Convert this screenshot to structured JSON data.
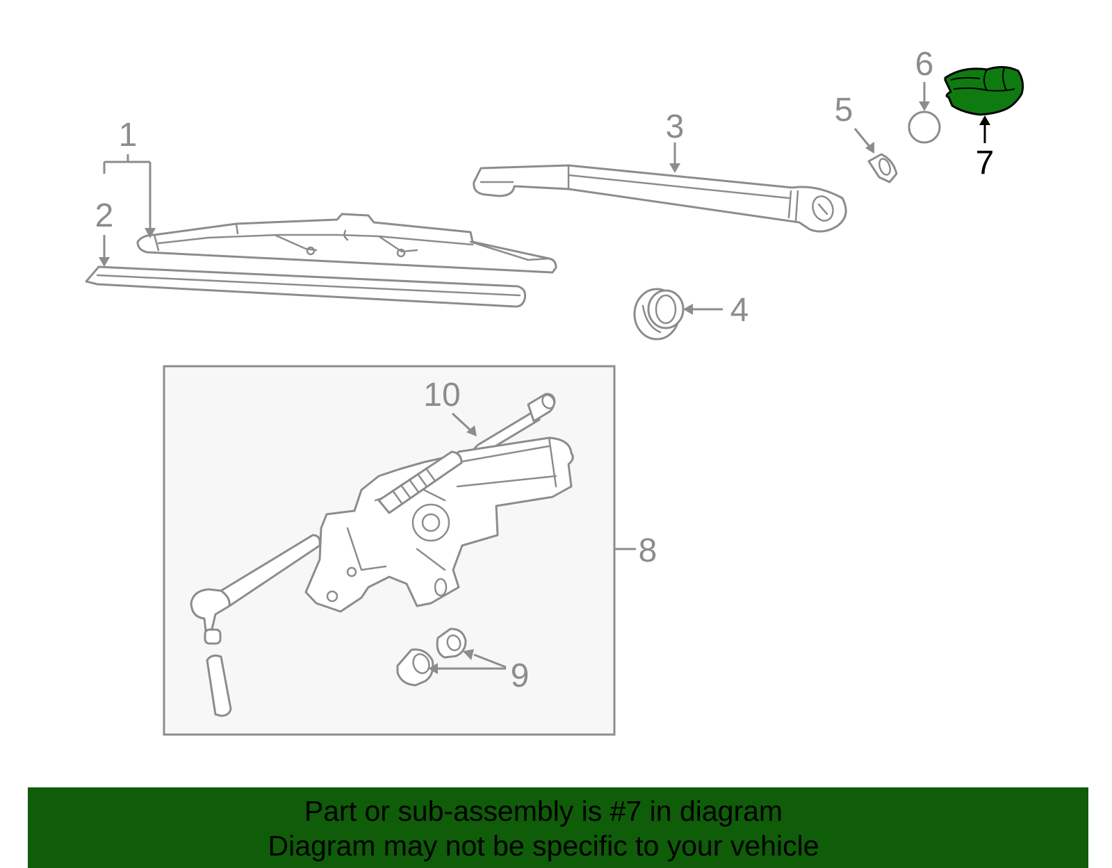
{
  "callouts": {
    "c1": "1",
    "c2": "2",
    "c3": "3",
    "c4": "4",
    "c5": "5",
    "c6": "6",
    "c7": "7",
    "c8": "8",
    "c9": "9",
    "c10": "10"
  },
  "highlight_part": "7",
  "colors": {
    "highlight_fill": "#0f7a10",
    "banner_background": "#0f5c09",
    "line_gray": "#8c8c8c",
    "inset_background": "#f7f7f7"
  },
  "banner": {
    "line1": "Part or sub-assembly is #7 in diagram",
    "line2": "Diagram may not be specific to your vehicle"
  }
}
